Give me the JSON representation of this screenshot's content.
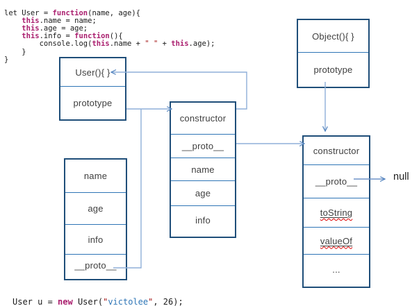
{
  "colors": {
    "box_border": "#1f4e79",
    "cell_divider": "#2e75b6",
    "connector": "#8fafd9",
    "arrowhead": "#4f81bd",
    "keyword": "#aa1e6e",
    "string_quote": "#a31515",
    "string_content_blue": "#2e75b6",
    "squiggle": "#dd0000",
    "box_text": "#3f3f3f"
  },
  "code_top": {
    "lines": [
      [
        {
          "t": "let User = ",
          "c": "plain"
        },
        {
          "t": "function",
          "c": "kw"
        },
        {
          "t": "(name, age){",
          "c": "plain"
        }
      ],
      [
        {
          "t": "    ",
          "c": "plain"
        },
        {
          "t": "this",
          "c": "kw"
        },
        {
          "t": ".name = name;",
          "c": "plain"
        }
      ],
      [
        {
          "t": "    ",
          "c": "plain"
        },
        {
          "t": "this",
          "c": "kw"
        },
        {
          "t": ".age = age;",
          "c": "plain"
        }
      ],
      [
        {
          "t": "    ",
          "c": "plain"
        },
        {
          "t": "this",
          "c": "kw"
        },
        {
          "t": ".info = ",
          "c": "plain"
        },
        {
          "t": "function",
          "c": "kw"
        },
        {
          "t": "(){",
          "c": "plain"
        }
      ],
      [
        {
          "t": "        console.log(",
          "c": "plain"
        },
        {
          "t": "this",
          "c": "kw"
        },
        {
          "t": ".name + ",
          "c": "plain"
        },
        {
          "t": "\" \"",
          "c": "str"
        },
        {
          "t": " + ",
          "c": "plain"
        },
        {
          "t": "this",
          "c": "kw"
        },
        {
          "t": ".age);",
          "c": "plain"
        }
      ],
      [
        {
          "t": "    }",
          "c": "plain"
        }
      ],
      [
        {
          "t": "}",
          "c": "plain"
        }
      ]
    ]
  },
  "code_bottom": {
    "lines": [
      [
        {
          "t": "User u = ",
          "c": "plain"
        },
        {
          "t": "new",
          "c": "kw"
        },
        {
          "t": " User(",
          "c": "plain"
        },
        {
          "t": "\"",
          "c": "str"
        },
        {
          "t": "victolee",
          "c": "strblue"
        },
        {
          "t": "\"",
          "c": "str"
        },
        {
          "t": ", 26);",
          "c": "plain"
        }
      ]
    ]
  },
  "boxes": {
    "user_fn": {
      "cells": [
        "User(){ }",
        "prototype"
      ]
    },
    "object_fn": {
      "cells": [
        "Object(){ }",
        "prototype"
      ]
    },
    "user_proto": {
      "cells": [
        "constructor",
        "__proto__",
        "name",
        "age",
        "info"
      ]
    },
    "object_proto": {
      "cells": [
        "constructor",
        "__proto__",
        "toString",
        "valueOf",
        "..."
      ]
    },
    "instance": {
      "cells": [
        "name",
        "age",
        "info",
        "__proto__"
      ]
    }
  },
  "labels": {
    "null_label": "null"
  }
}
